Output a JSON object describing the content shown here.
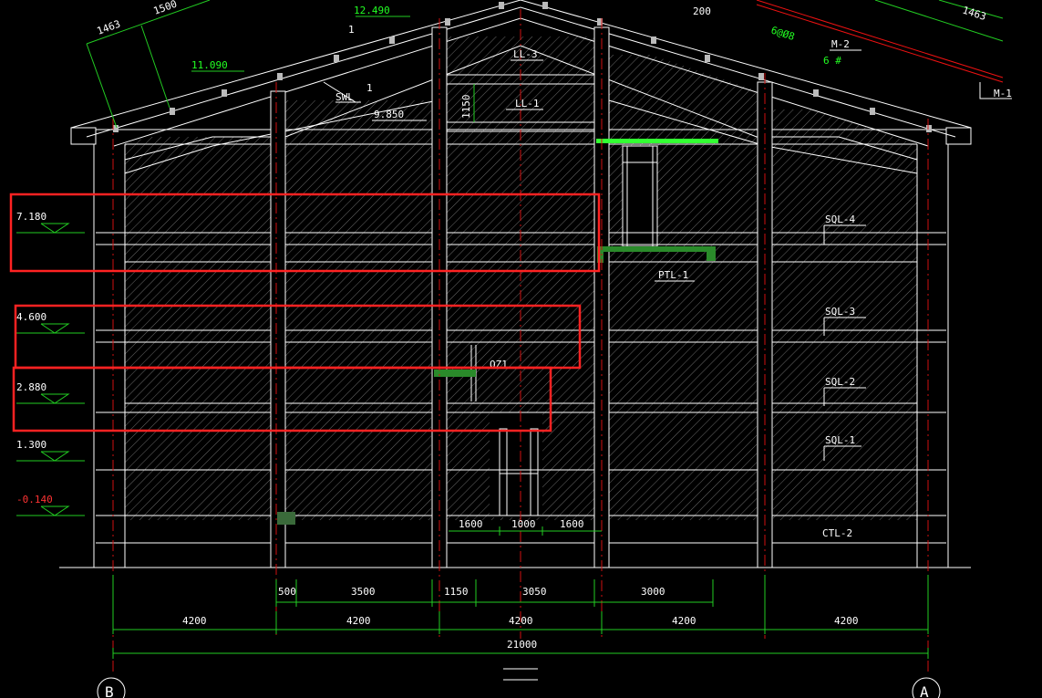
{
  "drawing": {
    "colors": {
      "background": "#000000",
      "line": "#ffffff",
      "dimension": "#22cc22",
      "axis": "#d01010",
      "highlight": "#ff2222",
      "hatch": "#6a6a6a"
    },
    "levels": [
      {
        "label": "7.180",
        "color": "#ffffff"
      },
      {
        "label": "4.600",
        "color": "#ffffff"
      },
      {
        "label": "2.880",
        "color": "#ffffff"
      },
      {
        "label": "1.300",
        "color": "#ffffff"
      },
      {
        "label": "-0.140",
        "color": "#ff3333"
      }
    ],
    "roof_levels": [
      "12.490",
      "11.090",
      "9.850"
    ],
    "top_dims_left": [
      "1463",
      "1500"
    ],
    "top_dims_right": [
      "200",
      "1463"
    ],
    "roof_tags": {
      "swl": "SWL",
      "i1": "1",
      "i2": "1",
      "m2": "M-2",
      "six": "6 #",
      "m1": "M-1",
      "aux": "6@Ø8"
    },
    "beam_tags": {
      "ll3": "LL-3",
      "ll1": "LL-1",
      "h1150": "1150",
      "ptl1": "PTL-1",
      "qz1": "QZ1",
      "ctl2": "CTL-2"
    },
    "right_tags": [
      "SQL-4",
      "SQL-3",
      "SQL-2",
      "SQL-1"
    ],
    "stair_dims": [
      "1600",
      "1000",
      "1600"
    ],
    "dim_row1": [
      "500",
      "3500",
      "1150",
      "3050",
      "3000"
    ],
    "dim_row2": [
      "4200",
      "4200",
      "4200",
      "4200",
      "4200"
    ],
    "dim_total": "21000",
    "axes": {
      "left": "B",
      "right": "A"
    }
  }
}
